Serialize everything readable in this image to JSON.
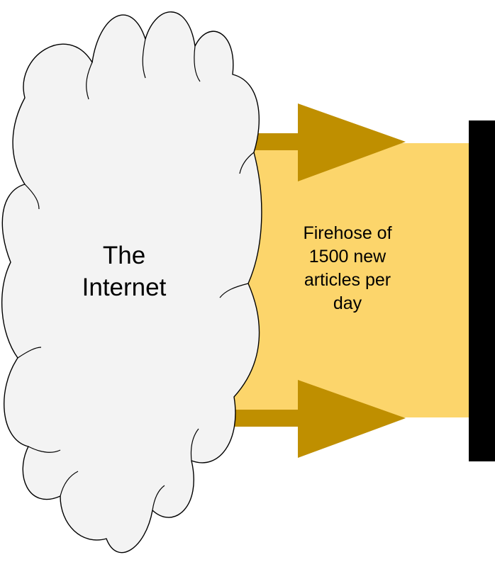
{
  "colors": {
    "firehose_fill": "#fcd56b",
    "arrow_fill": "#bf8f00",
    "cloud_fill": "#f3f3f3",
    "cloud_stroke": "#000000",
    "wall_fill": "#000000"
  },
  "cloud": {
    "label_lines": [
      "The",
      "Internet"
    ]
  },
  "firehose": {
    "label_lines": [
      "Firehose of",
      "1500 new",
      "articles per",
      "day"
    ]
  },
  "icons": {
    "top_arrow": "arrow-right-icon",
    "bottom_arrow": "arrow-right-icon"
  }
}
